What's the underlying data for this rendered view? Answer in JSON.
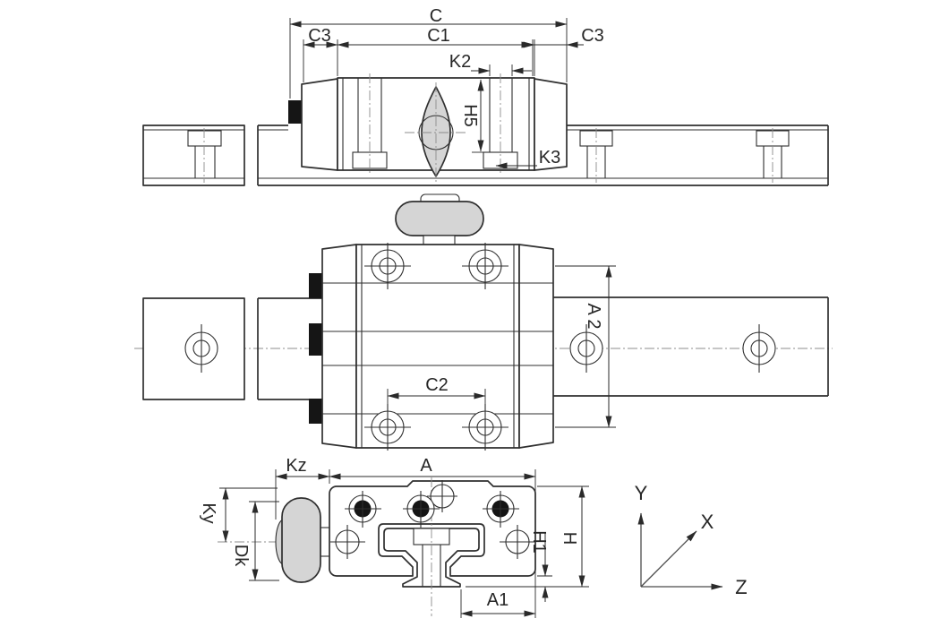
{
  "drawing": {
    "kind": "linear-guide-rail-with-clamp-carriage",
    "views": {
      "side": {
        "dims": {
          "c": "C",
          "c3_left": "C3",
          "c1": "C1",
          "c3_right": "C3",
          "k2": "K2",
          "h5": "H5",
          "k3": "K3"
        }
      },
      "plan": {
        "dims": {
          "c2": "C2",
          "a2": "A 2"
        }
      },
      "end": {
        "dims": {
          "kz": "Kz",
          "a": "A",
          "ky": "Ky",
          "dk": "Dk",
          "h1": "H1",
          "h": "H",
          "a1": "A1"
        }
      }
    },
    "axes": {
      "y": "Y",
      "x": "X",
      "z": "Z"
    },
    "colors": {
      "line": "#2f2f2f",
      "dimension": "#2a2a2a",
      "centerline": "#8c8c8c",
      "part_gray": "#d5d5d5",
      "seal_black": "#151515",
      "background": "#ffffff"
    }
  }
}
